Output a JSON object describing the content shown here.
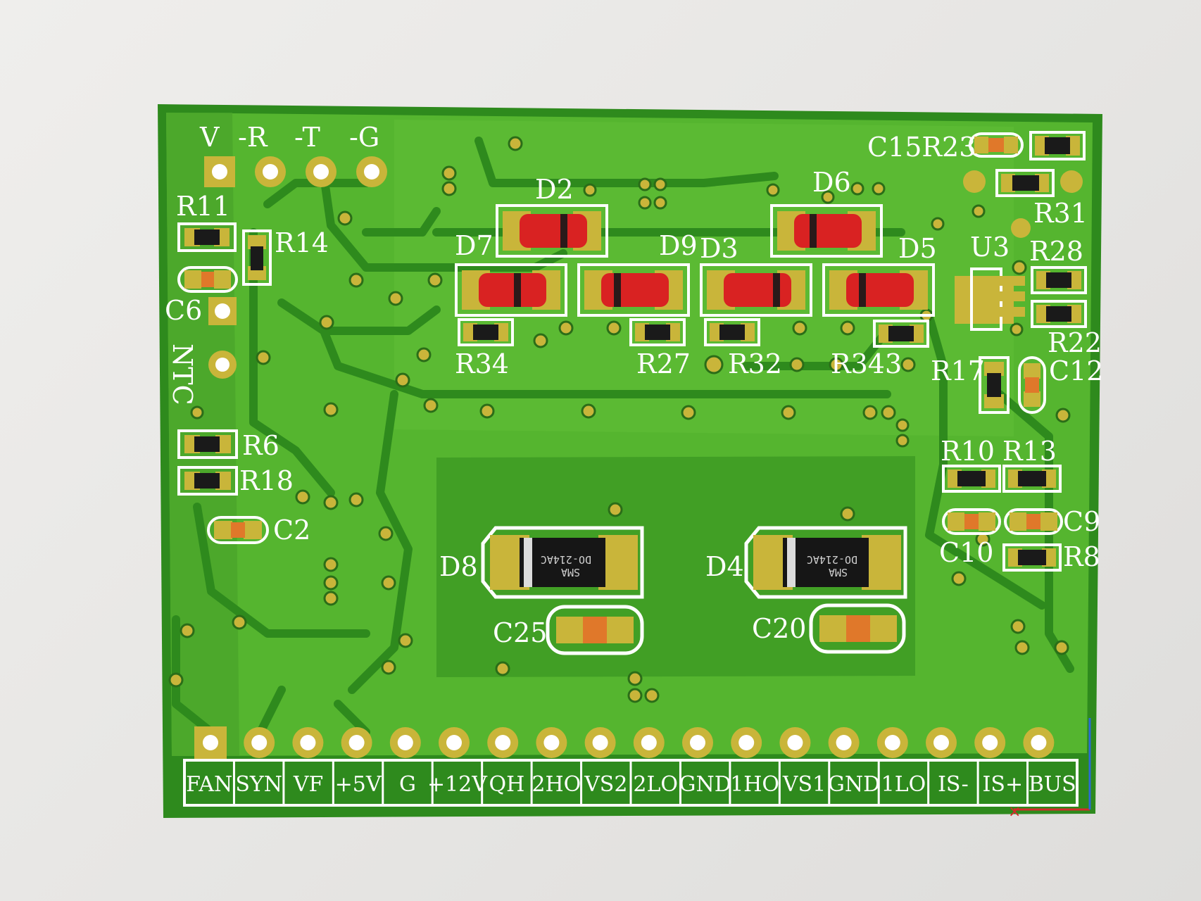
{
  "window": {
    "background": "#e9e8e6"
  },
  "board": {
    "colors": {
      "substrate": "#2e8a1d",
      "copper_pour": "#55b52f",
      "silkscreen": "#ffffff",
      "pad": "#c9b53a",
      "diode_body": "#d92222",
      "ic_body": "#161616"
    },
    "header_top": {
      "labels": [
        "V",
        "-R",
        "-T",
        "-G"
      ]
    },
    "labels": {
      "R11": "R11",
      "R14": "R14",
      "C6": "C6",
      "NTC": "NTC",
      "R6": "R6",
      "R18": "R18",
      "C2": "C2",
      "D2": "D2",
      "D7": "D7",
      "D9": "D9",
      "D3": "D3",
      "D6": "D6",
      "D5": "D5",
      "R34": "R34",
      "R27": "R27",
      "R32": "R32",
      "R343": "R343",
      "C15R23": "C15R23",
      "R31": "R31",
      "U3": "U3",
      "R28": "R28",
      "R22": "R22",
      "R17": "R17",
      "C12": "C12",
      "R10": "R10",
      "R13": "R13",
      "C10": "C10",
      "C9": "C9",
      "R8": "R8",
      "D8": "D8",
      "D4": "D4",
      "C25": "C25",
      "C20": "C20"
    },
    "ic_text": {
      "D8_line1": "DO-214AC",
      "D8_line2": "SMA",
      "D4_line1": "DO-214AC",
      "D4_line2": "SMA"
    },
    "bottom_pins": {
      "labels": [
        "FAN",
        "SYN",
        "VF",
        "+5V",
        "G",
        "+12V",
        "QH",
        "2HO",
        "VS2",
        "2LO",
        "GND",
        "1HO",
        "VS1",
        "GND",
        "1LO",
        "IS-",
        "IS+",
        "BUS"
      ]
    }
  }
}
